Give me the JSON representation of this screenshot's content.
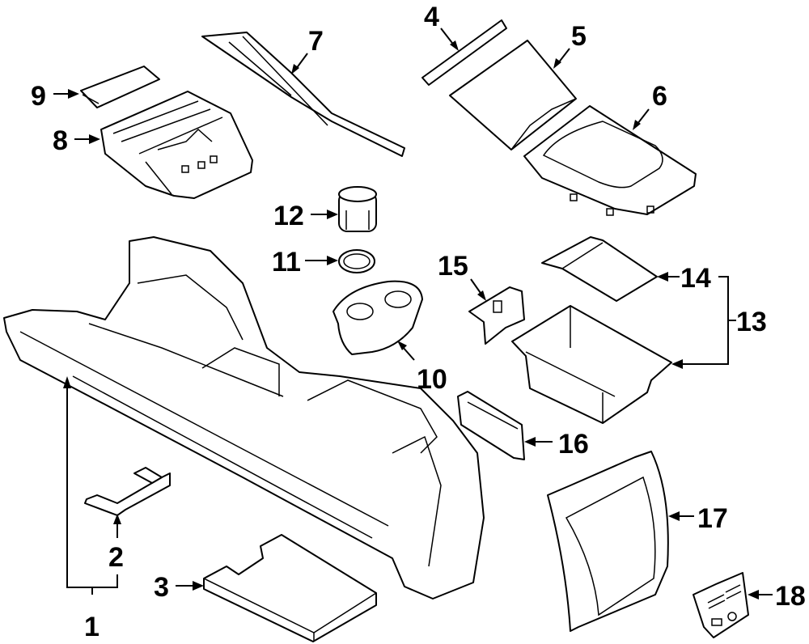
{
  "diagram": {
    "type": "exploded-parts-diagram",
    "subject": "center console assembly",
    "callouts": [
      {
        "id": "1",
        "label": "1"
      },
      {
        "id": "2",
        "label": "2"
      },
      {
        "id": "3",
        "label": "3"
      },
      {
        "id": "4",
        "label": "4"
      },
      {
        "id": "5",
        "label": "5"
      },
      {
        "id": "6",
        "label": "6"
      },
      {
        "id": "7",
        "label": "7"
      },
      {
        "id": "8",
        "label": "8"
      },
      {
        "id": "9",
        "label": "9"
      },
      {
        "id": "10",
        "label": "10"
      },
      {
        "id": "11",
        "label": "11"
      },
      {
        "id": "12",
        "label": "12"
      },
      {
        "id": "13",
        "label": "13"
      },
      {
        "id": "14",
        "label": "14"
      },
      {
        "id": "15",
        "label": "15"
      },
      {
        "id": "16",
        "label": "16"
      },
      {
        "id": "17",
        "label": "17"
      },
      {
        "id": "18",
        "label": "18"
      }
    ],
    "groups": [
      {
        "parent": "1",
        "children": [
          "1",
          "2"
        ]
      },
      {
        "parent": "13",
        "children": [
          "14",
          "13"
        ]
      }
    ]
  }
}
